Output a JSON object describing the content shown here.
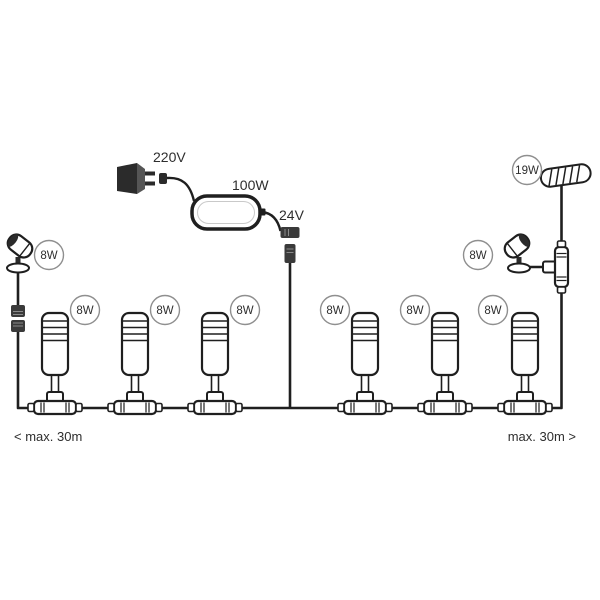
{
  "diagram": {
    "power": {
      "mains_voltage": "220V",
      "driver_wattage": "100W",
      "output_voltage": "24V"
    },
    "fixtures": {
      "strip_wattage": "19W",
      "spot_left_wattage": "8W",
      "spot_right_wattage": "8W",
      "pedestals_left": [
        "8W",
        "8W",
        "8W"
      ],
      "pedestals_right": [
        "8W",
        "8W",
        "8W"
      ]
    },
    "cable_runs": {
      "left_max_length": "< max. 30m",
      "right_max_length": "max. 30m >"
    },
    "colors": {
      "ink": "#1f1f1f",
      "badge_stroke": "#8f8f8f",
      "label_text": "#2e2e2e"
    }
  }
}
